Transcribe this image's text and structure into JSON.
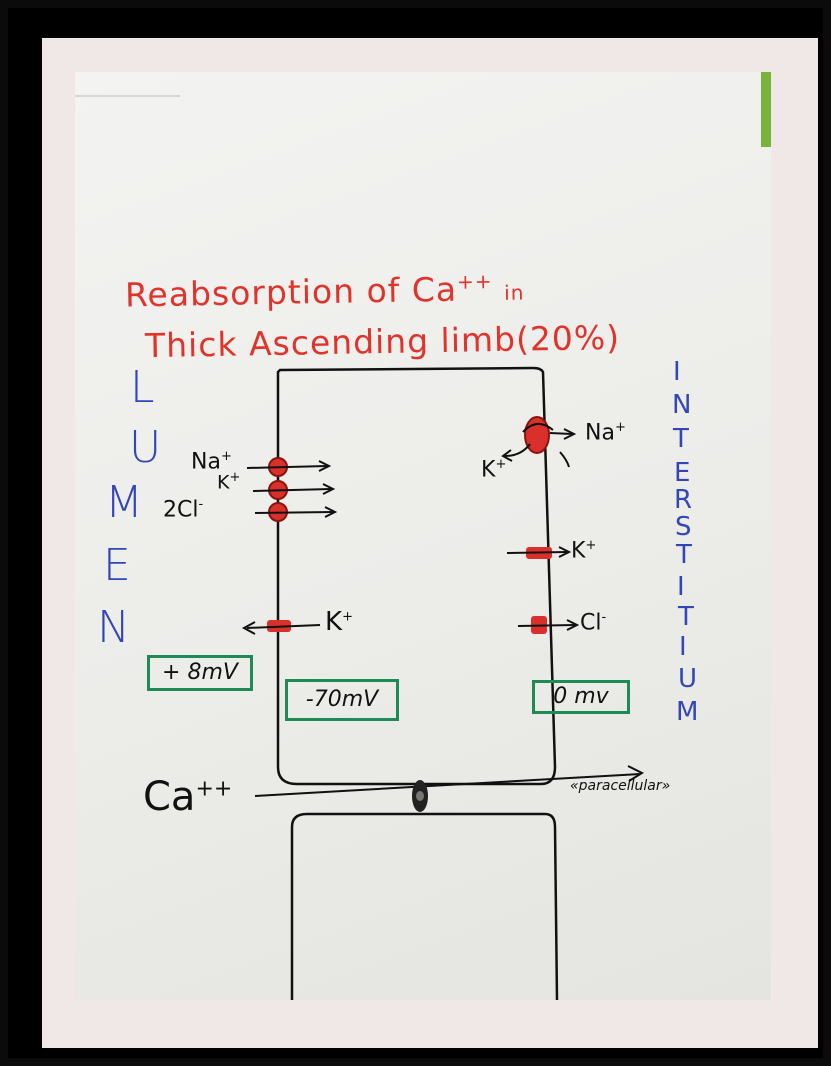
{
  "title": {
    "line1_main": "Reabsorption of Ca",
    "line1_sup": "++",
    "line1_suffix": "in",
    "line2": "Thick Ascending limb(20%)"
  },
  "lumen_letters": [
    "L",
    "U",
    "M",
    "E",
    "N"
  ],
  "interstitium_letters": [
    "I",
    "N",
    "T",
    "E",
    "R",
    "S",
    "T",
    "I",
    "T",
    "I",
    "U",
    "M"
  ],
  "left_ions": {
    "na": "Na",
    "na_sup": "+",
    "k": "K",
    "k_sup": "+",
    "cl": "2Cl",
    "cl_sup": "-",
    "k_out": "K",
    "k_out_sup": "+"
  },
  "right_ions": {
    "na": "Na",
    "na_sup": "+",
    "k_in": "K",
    "k_in_sup": "+",
    "k_out": "K",
    "k_out_sup": "+",
    "cl": "Cl",
    "cl_sup": "-"
  },
  "potentials": {
    "lumen": "+ 8mV",
    "cell": "-70mV",
    "interstitium": "0 mv"
  },
  "calcium": {
    "label": "Ca",
    "sup": "++",
    "route": "«paracellular»"
  },
  "colors": {
    "title": "#e0332b",
    "lumen_text": "#3346b8",
    "box_border": "#1e8a55",
    "transporter": "#d9302b",
    "ink": "#111111"
  }
}
